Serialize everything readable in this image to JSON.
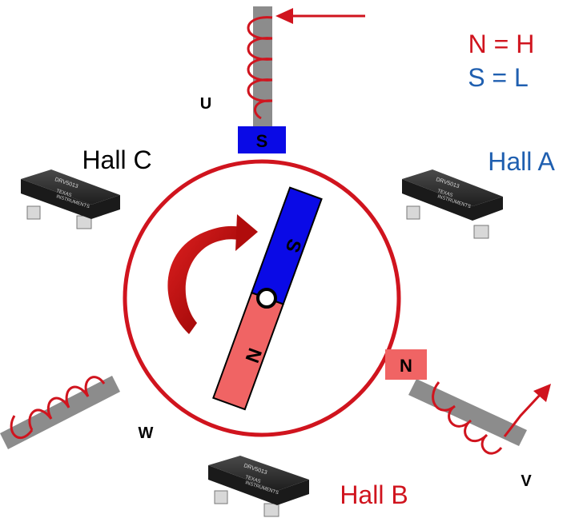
{
  "legend": {
    "north": "N = H",
    "south": "S = L"
  },
  "phases": {
    "u": "U",
    "v": "V",
    "w": "W"
  },
  "stator_poles": {
    "top": "S",
    "right": "N"
  },
  "rotor": {
    "north": "N",
    "south": "S"
  },
  "hall_sensors": {
    "a": {
      "label": "Hall A",
      "part": "DRV5013",
      "brand_line1": "TEXAS",
      "brand_line2": "INSTRUMENTS"
    },
    "b": {
      "label": "Hall B",
      "part": "DRV5013",
      "brand_line1": "TEXAS",
      "brand_line2": "INSTRUMENTS"
    },
    "c": {
      "label": "Hall C",
      "part": "DRV5013",
      "brand_line1": "TEXAS",
      "brand_line2": "INSTRUMENTS"
    }
  },
  "colors": {
    "red": "#d0141e",
    "blue": "#1f5fb0",
    "magnet_blue": "#0a0ae6",
    "magnet_red": "#f06464",
    "core_gray": "#8c8c8c",
    "chip_body": "#2e2e2e",
    "dark_red_arrow": "#b00c0c"
  }
}
